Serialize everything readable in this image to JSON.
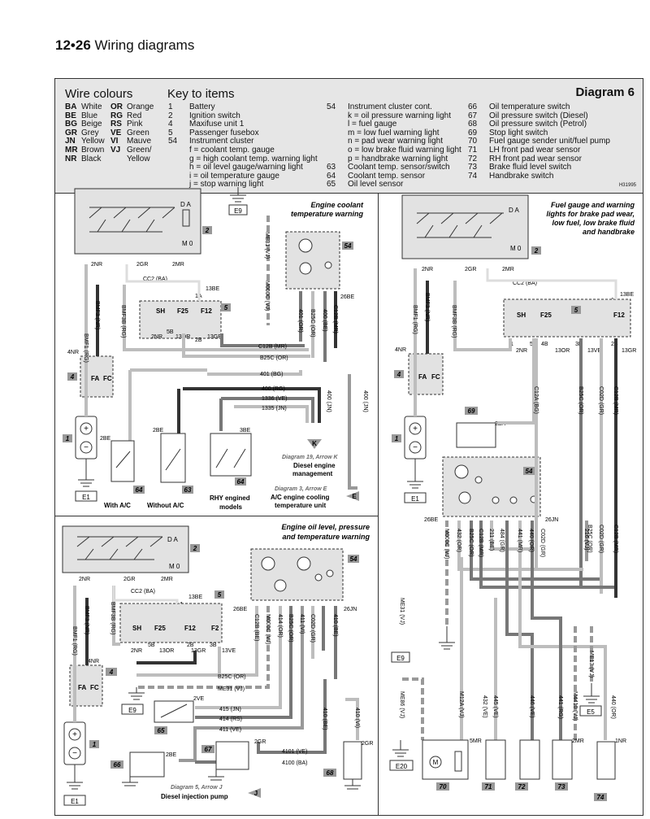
{
  "page": {
    "number": "12•26",
    "title": "Wiring diagrams"
  },
  "key": {
    "diagram": "Diagram 6",
    "wire_title": "Wire colours",
    "items_title": "Key to items",
    "ref": "H31995",
    "wires1": [
      [
        "BA",
        "White"
      ],
      [
        "BE",
        "Blue"
      ],
      [
        "BG",
        "Beige"
      ],
      [
        "GR",
        "Grey"
      ],
      [
        "JN",
        "Yellow"
      ],
      [
        "MR",
        "Brown"
      ],
      [
        "NR",
        "Black"
      ]
    ],
    "wires2": [
      [
        "OR",
        "Orange"
      ],
      [
        "RG",
        "Red"
      ],
      [
        "RS",
        "Pink"
      ],
      [
        "VE",
        "Green"
      ],
      [
        "VI",
        "Mauve"
      ],
      [
        "VJ",
        "Green/"
      ],
      [
        "",
        "Yellow"
      ]
    ],
    "items1": [
      [
        "1",
        "Battery"
      ],
      [
        "2",
        "Ignition switch"
      ],
      [
        "4",
        "Maxifuse unit 1"
      ],
      [
        "5",
        "Passenger fusebox"
      ],
      [
        "54",
        "Instrument cluster"
      ],
      [
        "",
        "f  = coolant temp. gauge"
      ],
      [
        "",
        "g  = high coolant temp. warning light"
      ],
      [
        "",
        "h  = oil level gauge/warning light"
      ],
      [
        "",
        "i   = oil temperature gauge"
      ],
      [
        "",
        "j   = stop warning light"
      ]
    ],
    "items2": [
      [
        "54",
        "Instrument cluster cont."
      ],
      [
        "",
        "k  = oil pressure warning light"
      ],
      [
        "",
        "l   = fuel gauge"
      ],
      [
        "",
        "m = low fuel warning light"
      ],
      [
        "",
        "n  = pad wear warning light"
      ],
      [
        "",
        "o  = low brake fluid warning light"
      ],
      [
        "",
        "p  = handbrake warning light"
      ],
      [
        "63",
        "Coolant temp. sensor/switch"
      ],
      [
        "64",
        "Coolant temp. sensor"
      ],
      [
        "65",
        "Oil level sensor"
      ]
    ],
    "items3": [
      [
        "66",
        "Oil temperature switch"
      ],
      [
        "67",
        "Oil pressure switch (Diesel)"
      ],
      [
        "68",
        "Oil pressure switch (Petrol)"
      ],
      [
        "69",
        "Stop light switch"
      ],
      [
        "70",
        "Fuel gauge sender unit/fuel pump"
      ],
      [
        "71",
        "LH front pad wear sensor"
      ],
      [
        "72",
        "RH front pad wear sensor"
      ],
      [
        "73",
        "Brake fluid level switch"
      ],
      [
        "74",
        "Handbrake switch"
      ]
    ]
  },
  "panels": {
    "coolant": {
      "title1": "Engine coolant",
      "title2": "temperature warning"
    },
    "fuel": {
      "title1": "Fuel gauge and warning",
      "title2": "lights for brake pad wear,",
      "title3": "low fuel, low brake fluid",
      "title4": "and handbrake"
    },
    "oil": {
      "title1": "Engine oil level, pressure",
      "title2": "and temperature warning"
    }
  },
  "labels": {
    "coolant": {
      "bmf1": "BMF1 (RG)",
      "bmf3": "BMF3 (NR)",
      "bmf3b": "BMF3B (RG)",
      "me31": "ME31 (VJ)",
      "m000c": "M000C (VJ)",
      "cc2": "CC2 (BA)",
      "w401or": "401 (OR)",
      "b25c_or_v": "B25C (OR)",
      "w400be": "400 (BE)",
      "c12b_v": "C12B (MR)",
      "c12b_h": "C12B (MR)",
      "b25c_h": "B25C (OR)",
      "w401bg": "401 (BG)",
      "w400rg": "400 (RG)",
      "w1336": "1336 (VE)",
      "w1335": "1335 (JN)",
      "w400jn_v": "400 (JN)",
      "w400jn2": "400 (JN)",
      "c2nr": "2NR",
      "c2gr": "2GR",
      "c2mr": "2MR",
      "c13be": "13BE",
      "c1a": "1A",
      "c2b": "2B",
      "c13gr": "13GR",
      "c13or": "13OR",
      "c5b": "5B",
      "c4nr": "4NR",
      "c26be": "26BE",
      "c2be_a": "2BE",
      "c2be_b": "2BE",
      "c3be": "3BE",
      "e9": "E9",
      "e1": "E1",
      "note1": "Diagram 19, Arrow K",
      "note1b": "Diesel engine",
      "note1c": "management",
      "note2": "Diagram 3, Arrow E",
      "note2b": "A/C engine cooling",
      "note2c": "temperature unit",
      "with_ac": "With A/C",
      "without_ac": "Without A/C",
      "rhy1": "RHY engined",
      "rhy2": "models",
      "arrowK": "K",
      "arrowE": "E"
    },
    "fuel": {
      "bmf1": "BMF1 (RG)",
      "bmf3": "BMF3 (NR)",
      "bmf3b": "BMF3B (RG)",
      "cc2": "CC2 (BA)",
      "c12a": "C12A (BG)",
      "b25c": "B25C (OR)",
      "c02d": "C02D (GR)",
      "c12b": "C12B (MR)",
      "c02d2": "C02D (GR)",
      "b25c2": "B25C (OR)",
      "c12b2": "C12B (MR)",
      "m000c": "M000C (VJ)",
      "w432": "432 (OR)",
      "b25c3": "B25C (OR)",
      "c12b3": "C12B (MR)",
      "w211": "211 (BE)",
      "w484": "484 (GR)",
      "w441": "441 (MR)",
      "w440": "440 (OR)",
      "c02d3": "C02D (GR)",
      "w216": "216 (VJ)",
      "me31": "ME31 (VJ)",
      "me86": "ME86 (VJ)",
      "m12a": "M12A (VJ)",
      "w432b": "432 (VE)",
      "w445": "445 (VE)",
      "w446": "446 (VE)",
      "w441rg": "441 (RG)",
      "m4410": "M4410 (VJ)",
      "me13": "ME13 (VJ)",
      "w440or": "440 (OR)",
      "c2nr": "2NR",
      "c2gr": "2GR",
      "c2mr": "2MR",
      "c13be": "13BE",
      "c1a": "1A",
      "c2b": "2B",
      "c13gr": "13GR",
      "c13or": "13OR",
      "c13ve": "13VE",
      "c5b": "5B",
      "c4b": "4B",
      "c3b": "3B",
      "c4nr": "4NR",
      "c26be": "26BE",
      "c26jn": "26JN",
      "c2ba": "2BA",
      "c5mr": "5MR",
      "c2mr2": "2MR",
      "c1nr": "1NR",
      "e1": "E1",
      "e9": "E9",
      "e20": "E20",
      "e5": "E5"
    },
    "oil": {
      "bmf1": "BMF1 (RG)",
      "bmf3": "BMF3 (NR)",
      "bmf3b": "BMF3B (RG)",
      "cc2": "CC2 (BA)",
      "c12b": "C12B (BE)",
      "m000c": "M000C (VJ)",
      "w414": "414 (OR)",
      "b25c": "B25C (OR)",
      "w411": "411 (VI)",
      "c02d": "C02D (GR)",
      "w410": "410 (BE)",
      "b25c_h": "B25C (OR)",
      "me31_h": "ME31 (VJ)",
      "w415": "415 (JN)",
      "w414rs": "414 (RS)",
      "w411ve": "411 (VE)",
      "w410be2": "410 (BE)",
      "w410vi": "410 (VI)",
      "w4101": "4101 (VE)",
      "w4100": "4100 (BA)",
      "c2nr": "2NR",
      "c2gr": "2GR",
      "c2mr": "2MR",
      "c13be": "13BE",
      "c1a": "1A",
      "c2b": "2B",
      "c13gr": "13GR",
      "c13or": "13OR",
      "c13ve": "13VE",
      "c3b": "3B",
      "c5b": "5B",
      "c4nr": "4NR",
      "c26be": "26BE",
      "c26jn": "26JN",
      "c2ve": "2VE",
      "c2be": "2BE",
      "c2gr2": "2GR",
      "c2gr3": "2GR",
      "e9": "E9",
      "e1": "E1",
      "note": "Diagram 5, Arrow J",
      "note2": "Diesel injection pump",
      "arrowJ": "J"
    }
  },
  "components": {
    "c2a": "2",
    "c5a": "5",
    "c4a": "4",
    "c1a": "1",
    "c54a": "54",
    "c64": "64",
    "c63": "63",
    "c64b": "64",
    "c2b": "2",
    "c5b": "5",
    "c4b": "4",
    "c1b": "1",
    "c54b": "54",
    "c69": "69",
    "c70": "70",
    "c71": "71",
    "c72": "72",
    "c73": "73",
    "c74": "74",
    "c2c": "2",
    "c5c": "5",
    "c4c": "4",
    "c1c": "1",
    "c54c": "54",
    "c65": "65",
    "c66": "66",
    "c67": "67",
    "c68": "68"
  },
  "colors": {
    "panel_bg": "#e6e6e6",
    "wire_dark": "#333333",
    "wire_mid": "#777777",
    "wire_light": "#bdbdbd"
  }
}
